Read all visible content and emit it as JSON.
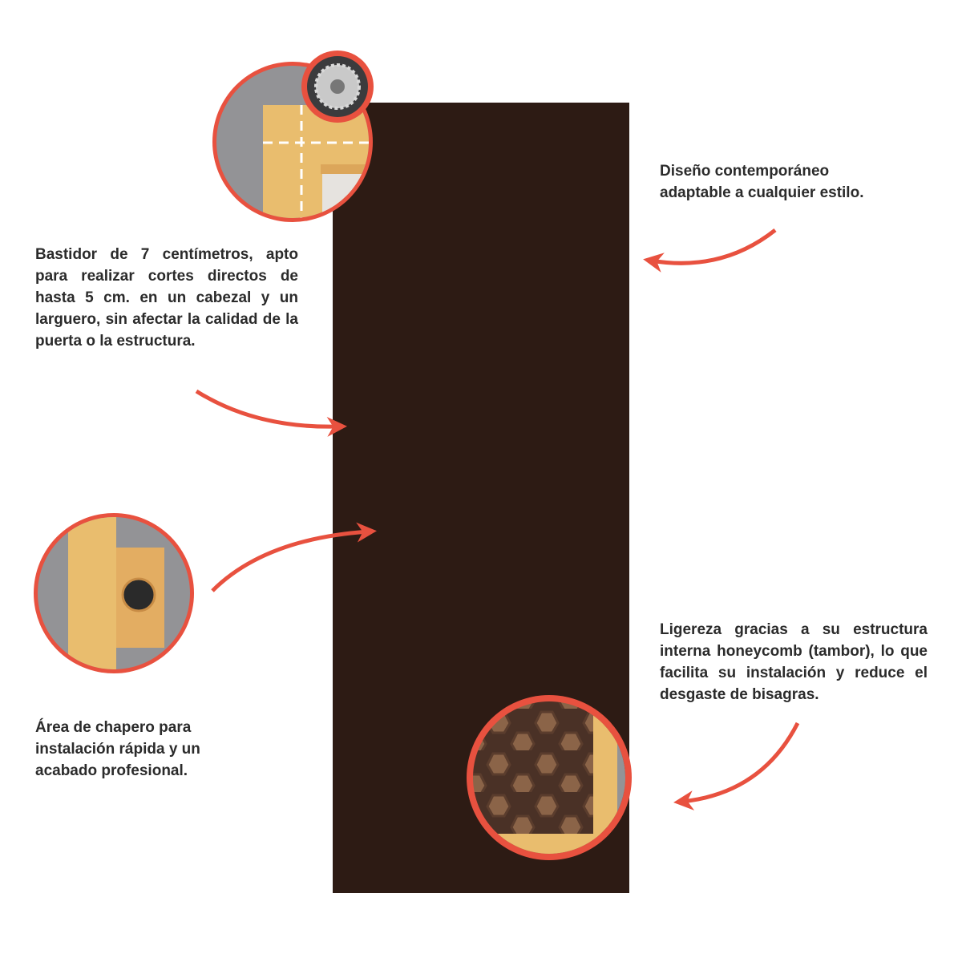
{
  "features": {
    "frame": "Bastidor de 7 centímetros, apto para realizar cortes directos de hasta 5 cm. en un cabezal y un larguero, sin afectar la calidad de la puerta o la estructura.",
    "design": "Diseño contemporáneo adaptable a cualquier estilo.",
    "lightness": "Ligereza gracias a su estructura interna honeycomb (tambor), lo que facilita su instalación y reduce el desgaste de bisagras.",
    "lock_area": "Área de chapero para instalación rápida y un acabado profesional."
  },
  "colors": {
    "accent": "#e8513f",
    "door": "#2d1b14",
    "wood": "#e9bd6e",
    "gray": "#939396"
  }
}
